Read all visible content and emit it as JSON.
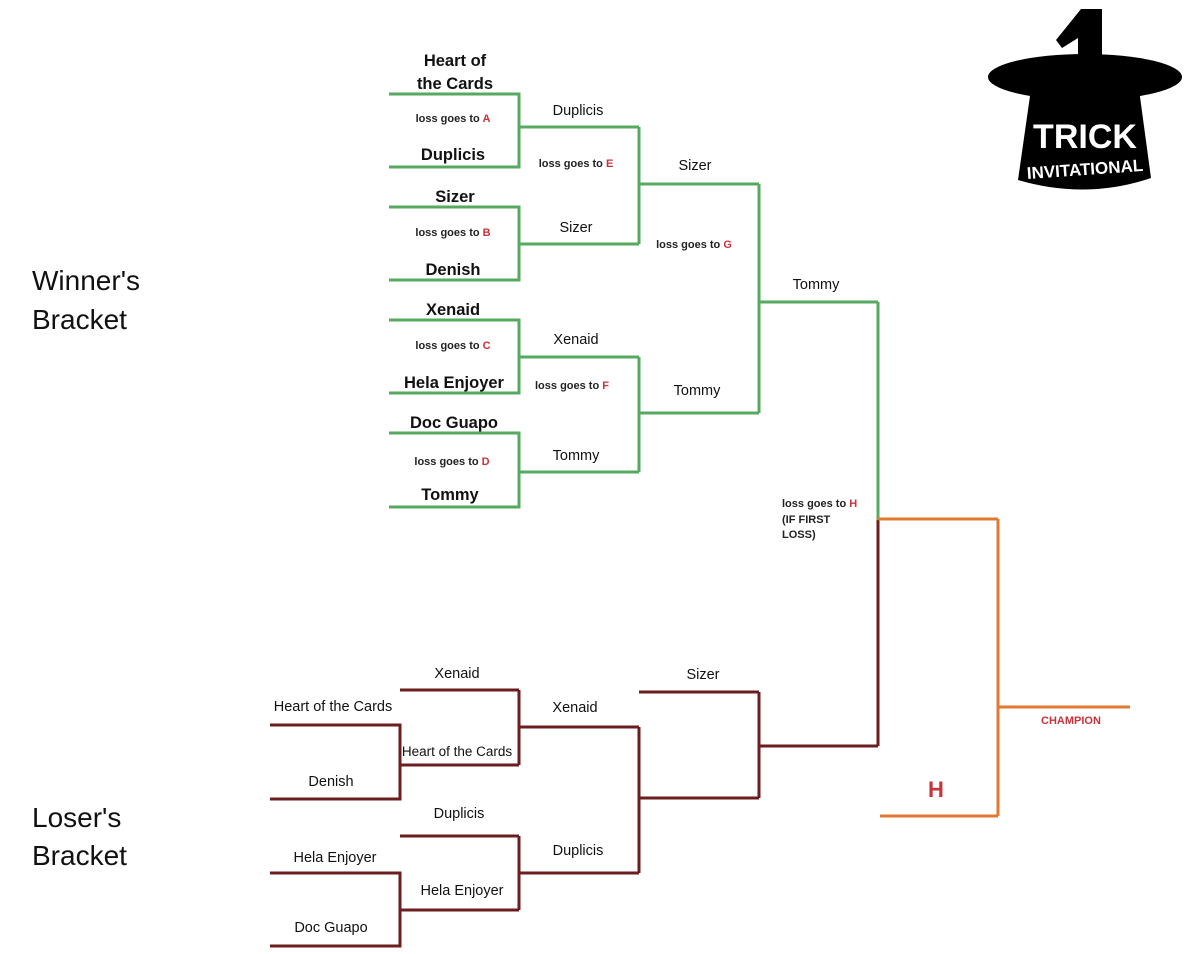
{
  "logo": {
    "number": "1",
    "line1": "TRICK",
    "line2": "INVITATIONAL"
  },
  "sections": {
    "winners": [
      "Winner's",
      "Bracket"
    ],
    "losers": [
      "Loser's",
      "Bracket"
    ]
  },
  "winners": {
    "round1": [
      {
        "top": [
          "Heart of",
          "the Cards"
        ],
        "bottom": "Duplicis",
        "loss_prefix": "loss goes to",
        "loss_letter": "A"
      },
      {
        "top": [
          "Sizer"
        ],
        "bottom": "Denish",
        "loss_prefix": "loss goes to",
        "loss_letter": "B"
      },
      {
        "top": [
          "Xenaid"
        ],
        "bottom": "Hela Enjoyer",
        "loss_prefix": "loss goes to",
        "loss_letter": "C"
      },
      {
        "top": [
          "Doc Guapo"
        ],
        "bottom": "Tommy",
        "loss_prefix": "loss goes to",
        "loss_letter": "D"
      }
    ],
    "round2": [
      {
        "top": "Duplicis",
        "bottom": "Sizer",
        "loss_prefix": "loss goes to",
        "loss_letter": "E"
      },
      {
        "top": "Xenaid",
        "bottom": "Tommy",
        "loss_prefix": "loss goes to",
        "loss_letter": "F"
      }
    ],
    "round3": {
      "top": "Sizer",
      "bottom": "Tommy",
      "loss_prefix": "loss goes to",
      "loss_letter": "G"
    },
    "final": {
      "winner": "Tommy",
      "loss_prefix": "loss goes to",
      "loss_letter": "H",
      "loss_note": [
        "(IF FIRST",
        "LOSS)"
      ]
    }
  },
  "losers": {
    "round1": [
      {
        "top": "Heart of the Cards",
        "bottom": "Denish"
      },
      {
        "top": "Hela Enjoyer",
        "bottom": "Doc Guapo"
      }
    ],
    "round2": [
      {
        "top": "Xenaid",
        "bottom": "Heart of the Cards"
      },
      {
        "top": "Duplicis",
        "bottom": "Hela Enjoyer"
      }
    ],
    "round3": {
      "top": "Xenaid",
      "bottom": "Duplicis"
    },
    "round4": {
      "top": "Sizer"
    }
  },
  "grand_final": {
    "slot_letter": "H",
    "champion_label": "CHAMPION"
  },
  "colors": {
    "winners_line": "#55aa5f",
    "losers_line": "#6b1d1f",
    "final_line": "#e07a30",
    "accent_red": "#c8333a"
  }
}
